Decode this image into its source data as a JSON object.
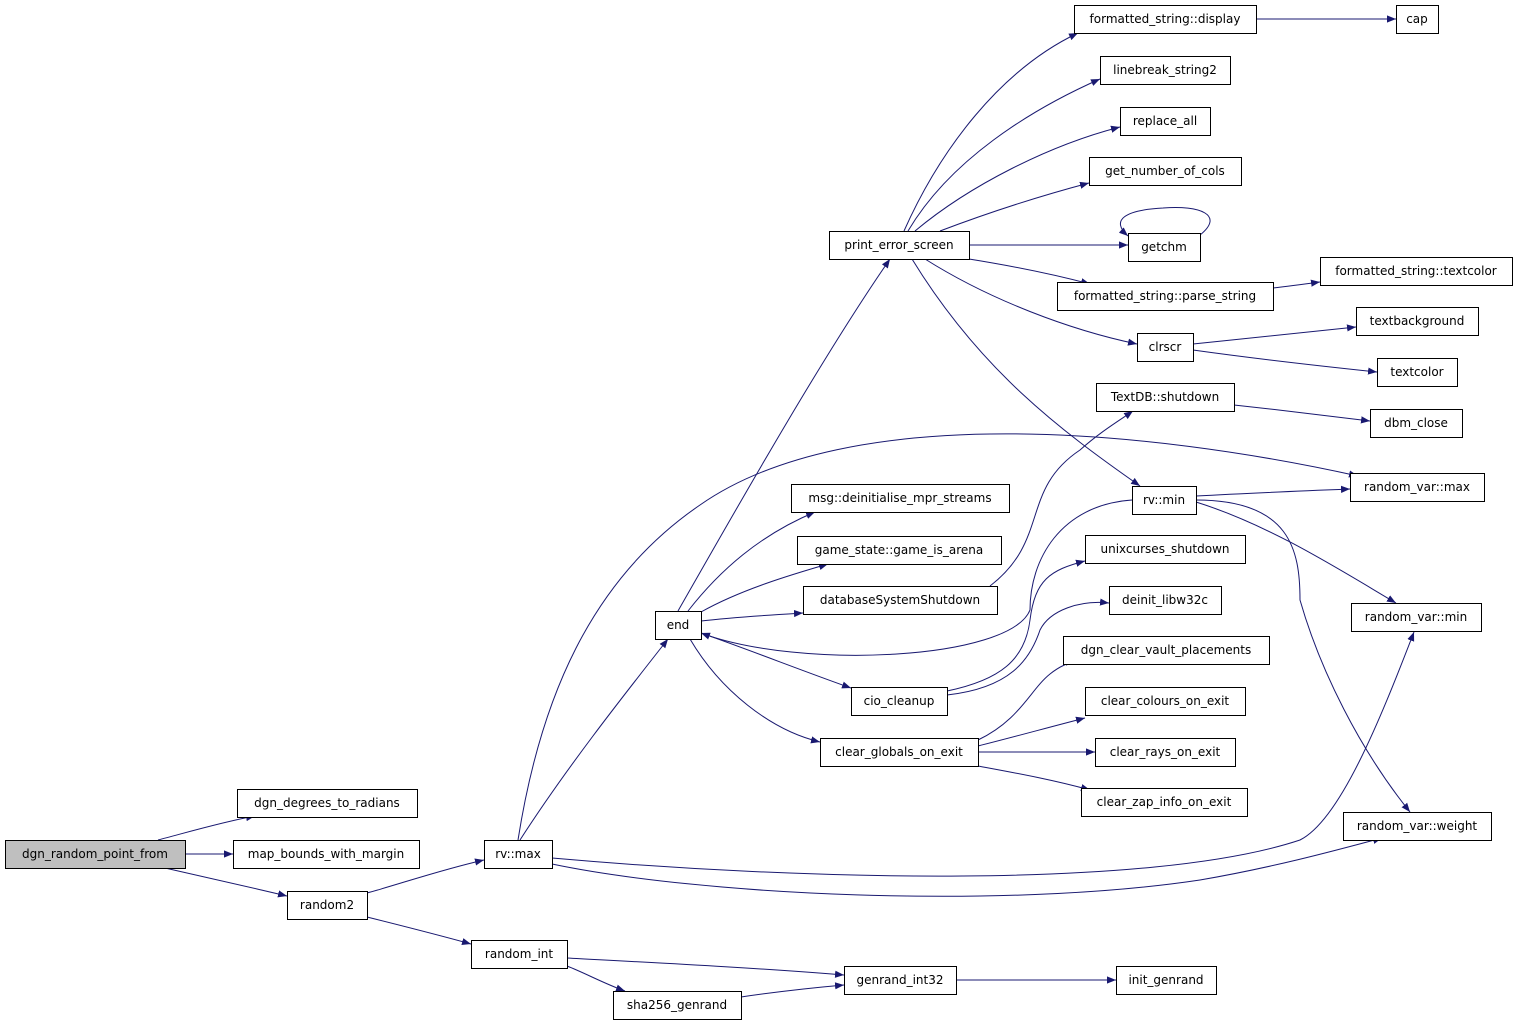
{
  "colors": {
    "edge": "#191970",
    "node_border": "#000000",
    "root_fill": "#bfbfbf",
    "node_fill": "#ffffff"
  },
  "nodes": {
    "dgn_random_point_from": "dgn_random_point_from",
    "dgn_degrees_to_radians": "dgn_degrees_to_radians",
    "map_bounds_with_margin": "map_bounds_with_margin",
    "random2": "random2",
    "rv_max": "rv::max",
    "random_int": "random_int",
    "sha256_genrand": "sha256_genrand",
    "genrand_int32": "genrand_int32",
    "init_genrand": "init_genrand",
    "end": "end",
    "print_error_screen": "print_error_screen",
    "formatted_string_display": "formatted_string::display",
    "cap": "cap",
    "linebreak_string2": "linebreak_string2",
    "replace_all": "replace_all",
    "get_number_of_cols": "get_number_of_cols",
    "getchm": "getchm",
    "formatted_string_parse_string": "formatted_string::parse_string",
    "formatted_string_textcolor": "formatted_string::textcolor",
    "clrscr": "clrscr",
    "textbackground": "textbackground",
    "textcolor": "textcolor",
    "textdb_shutdown": "TextDB::shutdown",
    "dbm_close": "dbm_close",
    "rv_min": "rv::min",
    "random_var_max": "random_var::max",
    "random_var_min": "random_var::min",
    "random_var_weight": "random_var::weight",
    "msg_deinitialise": "msg::deinitialise_mpr_streams",
    "game_is_arena": "game_state::game_is_arena",
    "database_system_shutdown": "databaseSystemShutdown",
    "unixcurses_shutdown": "unixcurses_shutdown",
    "deinit_libw32c": "deinit_libw32c",
    "dgn_clear_vault_placements": "dgn_clear_vault_placements",
    "cio_cleanup": "cio_cleanup",
    "clear_colours_on_exit": "clear_colours_on_exit",
    "clear_globals_on_exit": "clear_globals_on_exit",
    "clear_rays_on_exit": "clear_rays_on_exit",
    "clear_zap_info_on_exit": "clear_zap_info_on_exit"
  },
  "edges": [
    [
      "dgn_random_point_from",
      "dgn_degrees_to_radians"
    ],
    [
      "dgn_random_point_from",
      "map_bounds_with_margin"
    ],
    [
      "dgn_random_point_from",
      "random2"
    ],
    [
      "random2",
      "rv_max"
    ],
    [
      "random2",
      "random_int"
    ],
    [
      "rv_max",
      "random_var_max"
    ],
    [
      "rv_max",
      "end"
    ],
    [
      "rv_max",
      "random_var_min"
    ],
    [
      "rv_max",
      "random_var_weight"
    ],
    [
      "random_int",
      "genrand_int32"
    ],
    [
      "random_int",
      "sha256_genrand"
    ],
    [
      "sha256_genrand",
      "genrand_int32"
    ],
    [
      "genrand_int32",
      "init_genrand"
    ],
    [
      "end",
      "print_error_screen"
    ],
    [
      "end",
      "msg_deinitialise"
    ],
    [
      "end",
      "game_is_arena"
    ],
    [
      "end",
      "database_system_shutdown"
    ],
    [
      "end",
      "cio_cleanup"
    ],
    [
      "end",
      "clear_globals_on_exit"
    ],
    [
      "print_error_screen",
      "formatted_string_display"
    ],
    [
      "print_error_screen",
      "linebreak_string2"
    ],
    [
      "print_error_screen",
      "replace_all"
    ],
    [
      "print_error_screen",
      "get_number_of_cols"
    ],
    [
      "print_error_screen",
      "getchm"
    ],
    [
      "print_error_screen",
      "formatted_string_parse_string"
    ],
    [
      "print_error_screen",
      "clrscr"
    ],
    [
      "print_error_screen",
      "rv_min"
    ],
    [
      "formatted_string_display",
      "cap"
    ],
    [
      "getchm",
      "getchm"
    ],
    [
      "formatted_string_parse_string",
      "formatted_string_textcolor"
    ],
    [
      "clrscr",
      "textbackground"
    ],
    [
      "clrscr",
      "textcolor"
    ],
    [
      "database_system_shutdown",
      "textdb_shutdown"
    ],
    [
      "textdb_shutdown",
      "dbm_close"
    ],
    [
      "rv_min",
      "end"
    ],
    [
      "rv_min",
      "random_var_max"
    ],
    [
      "rv_min",
      "random_var_min"
    ],
    [
      "rv_min",
      "random_var_weight"
    ],
    [
      "cio_cleanup",
      "unixcurses_shutdown"
    ],
    [
      "cio_cleanup",
      "deinit_libw32c"
    ],
    [
      "clear_globals_on_exit",
      "dgn_clear_vault_placements"
    ],
    [
      "clear_globals_on_exit",
      "clear_colours_on_exit"
    ],
    [
      "clear_globals_on_exit",
      "clear_rays_on_exit"
    ],
    [
      "clear_globals_on_exit",
      "clear_zap_info_on_exit"
    ]
  ]
}
